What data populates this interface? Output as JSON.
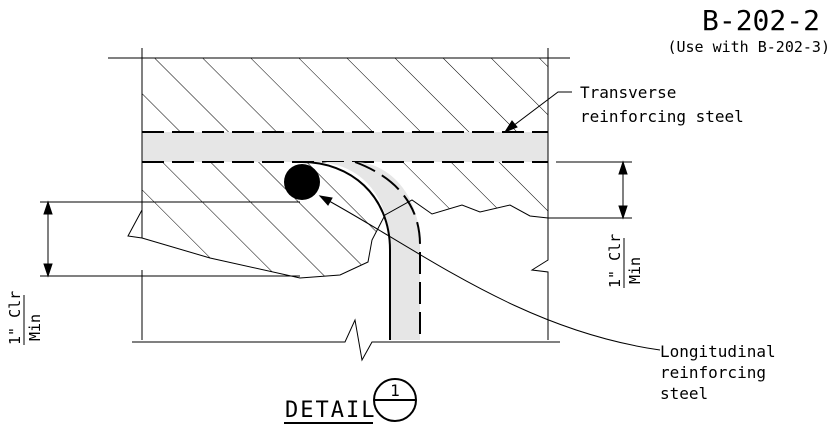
{
  "sheet": {
    "number": "B-202-2",
    "note": "(Use with B-202-3)"
  },
  "labels": {
    "transverse_line1": "Transverse",
    "transverse_line2": "reinforcing steel",
    "longitudinal_line1": "Longitudinal",
    "longitudinal_line2": "reinforcing",
    "longitudinal_line3": "steel"
  },
  "dimensions": {
    "left_clear_line1": "1\" Clr",
    "left_clear_line2": "Min",
    "right_clear_line1": "1\" Clr",
    "right_clear_line2": "Min"
  },
  "detail": {
    "title": "DETAIL",
    "number": "1"
  },
  "colors": {
    "line": "#000000",
    "rebar_fill": "#e6e6e6",
    "background": "#ffffff"
  }
}
